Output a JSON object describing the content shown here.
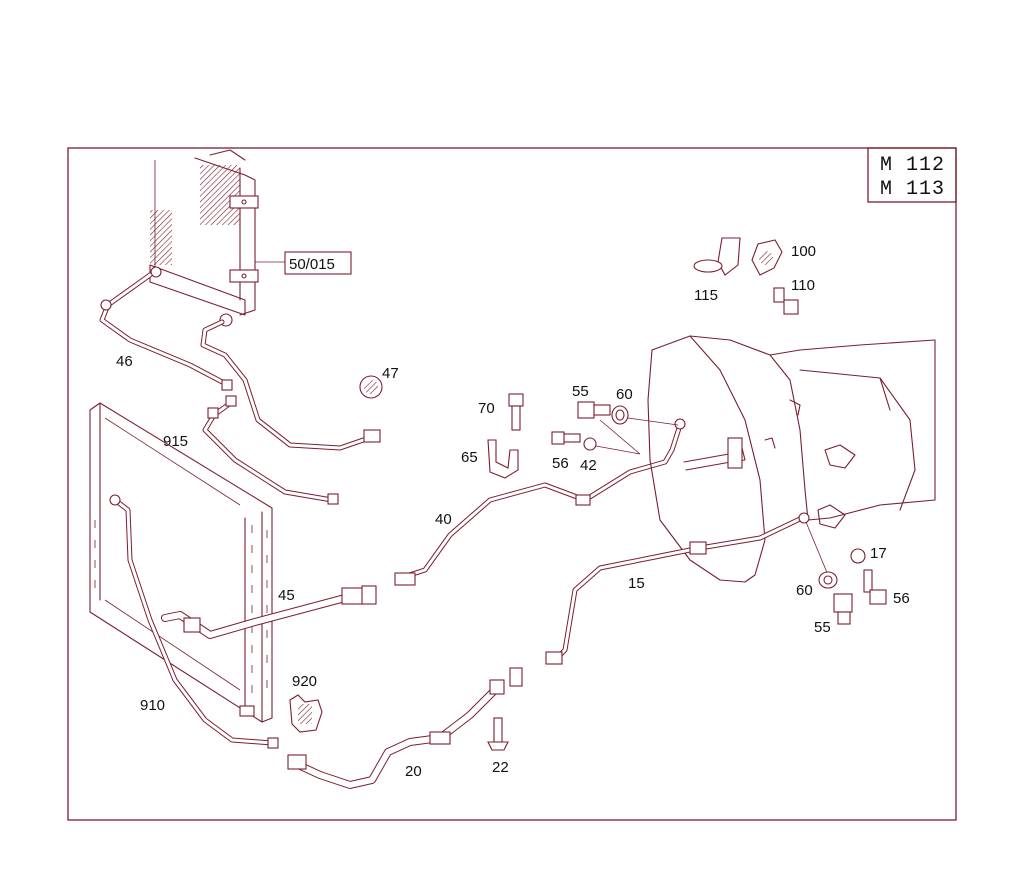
{
  "model_box": {
    "line1": "M 112",
    "line2": "M 113"
  },
  "labels": {
    "p50_015": "50/015",
    "p46": "46",
    "p47": "47",
    "p915": "915",
    "p45": "45",
    "p910": "910",
    "p920": "920",
    "p20": "20",
    "p22": "22",
    "p70": "70",
    "p65": "65",
    "p55_top": "55",
    "p60_top": "60",
    "p56_top": "56",
    "p42": "42",
    "p40": "40",
    "p115": "115",
    "p100": "100",
    "p110": "110",
    "p15": "15",
    "p17": "17",
    "p60_bottom": "60",
    "p56_bottom": "56",
    "p55_bottom": "55"
  },
  "colors": {
    "line": "#7a1f2e",
    "text": "#111111",
    "background": "#ffffff"
  }
}
